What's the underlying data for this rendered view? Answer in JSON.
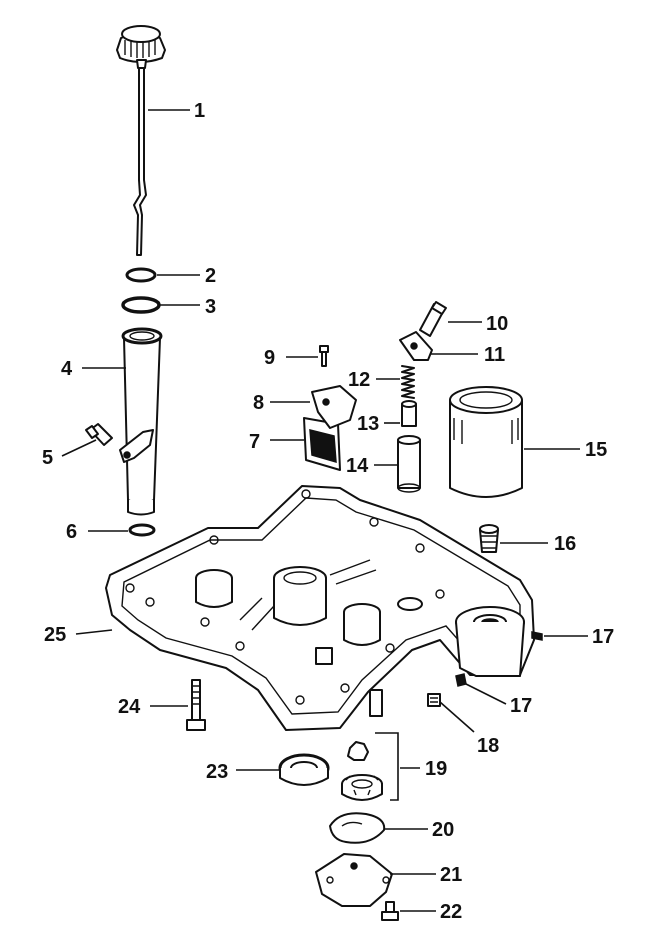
{
  "callouts": [
    {
      "id": "c1",
      "text": "1"
    },
    {
      "id": "c2",
      "text": "2"
    },
    {
      "id": "c3",
      "text": "3"
    },
    {
      "id": "c4",
      "text": "4"
    },
    {
      "id": "c5",
      "text": "5"
    },
    {
      "id": "c6",
      "text": "6"
    },
    {
      "id": "c7",
      "text": "7"
    },
    {
      "id": "c8",
      "text": "8"
    },
    {
      "id": "c9",
      "text": "9"
    },
    {
      "id": "c10",
      "text": "10"
    },
    {
      "id": "c11",
      "text": "11"
    },
    {
      "id": "c12",
      "text": "12"
    },
    {
      "id": "c13",
      "text": "13"
    },
    {
      "id": "c14",
      "text": "14"
    },
    {
      "id": "c15",
      "text": "15"
    },
    {
      "id": "c16",
      "text": "16"
    },
    {
      "id": "c17a",
      "text": "17"
    },
    {
      "id": "c17b",
      "text": "17"
    },
    {
      "id": "c18",
      "text": "18"
    },
    {
      "id": "c19",
      "text": "19"
    },
    {
      "id": "c20",
      "text": "20"
    },
    {
      "id": "c21",
      "text": "21"
    },
    {
      "id": "c22",
      "text": "22"
    },
    {
      "id": "c23",
      "text": "23"
    },
    {
      "id": "c24",
      "text": "24"
    },
    {
      "id": "c25",
      "text": "25"
    }
  ],
  "colors": {
    "ink": "#111111",
    "paper": "#ffffff"
  }
}
